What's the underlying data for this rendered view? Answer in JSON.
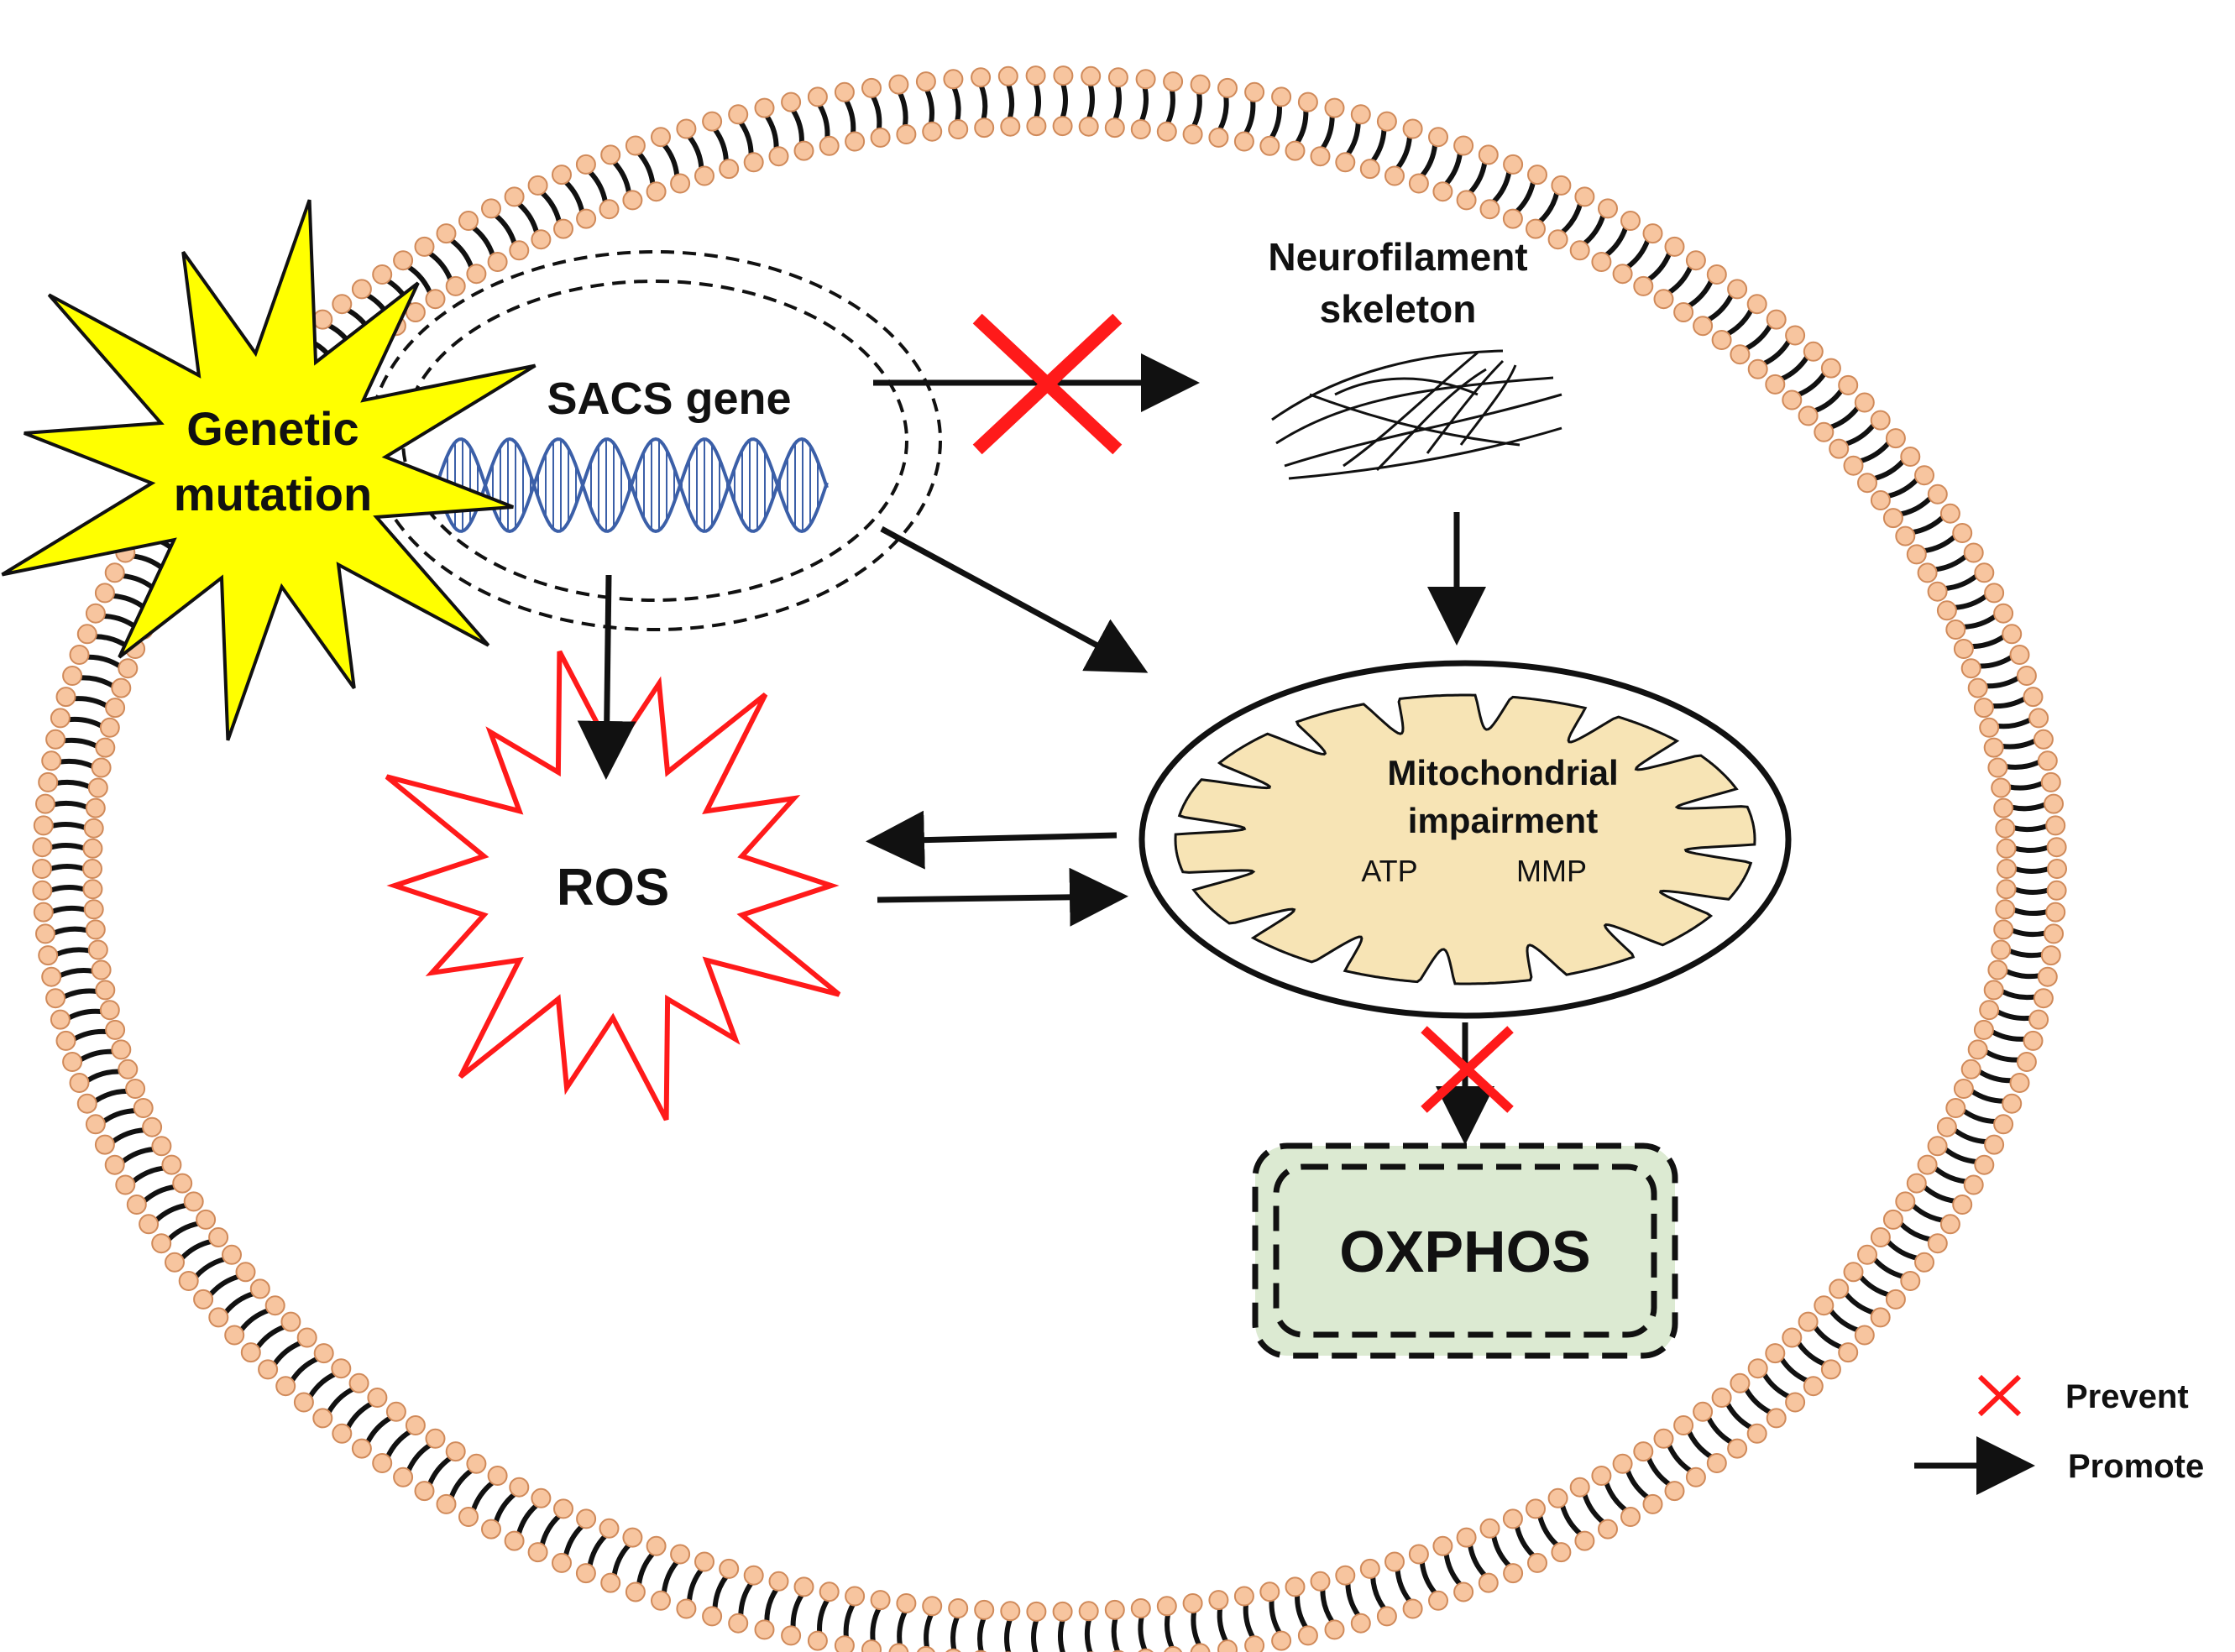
{
  "labels": {
    "genetic_mutation_line1": "Genetic",
    "genetic_mutation_line2": "mutation",
    "sacs_gene": "SACS gene",
    "neurofilament_line1": "Neurofilament",
    "neurofilament_line2": "skeleton",
    "mito_line1": "Mitochondrial",
    "mito_line2": "impairment",
    "atp": "ATP",
    "mmp": "MMP",
    "ros": "ROS",
    "oxphos": "OXPHOS"
  },
  "legend": {
    "prevent": "Prevent",
    "promote": "Promote"
  },
  "colors": {
    "lipid_head": "#f7c59f",
    "lipid_outline": "#d08a5a",
    "lipid_tail": "#111111",
    "mutation_star": "#ffff00",
    "dna_strand": "#3b5fa8",
    "mitochondria_matrix": "#f7e4b5",
    "ros_outline": "#ff1a1a",
    "oxphos_fill": "#dcead2",
    "prevent_x": "#ff1a1a",
    "arrow": "#111111"
  }
}
